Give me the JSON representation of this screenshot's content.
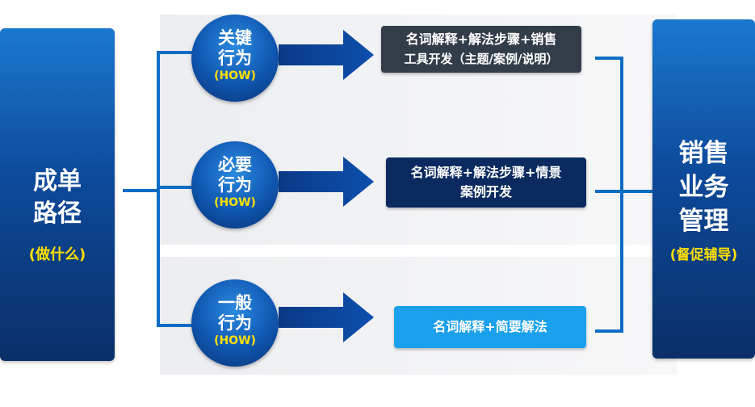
{
  "left_pillar": {
    "title_line1": "成单",
    "title_line2": "路径",
    "subtitle": "(做什么)"
  },
  "right_pillar": {
    "title_line1": "销售",
    "title_line2": "业务",
    "title_line3": "管理",
    "subtitle": "(督促辅导)"
  },
  "rows": [
    {
      "circle_line1": "关键",
      "circle_line2": "行为",
      "circle_how": "(HOW)",
      "box_line1": "名词解释+解法步骤+销售",
      "box_line2": "工具开发（主题/案例/说明）"
    },
    {
      "circle_line1": "必要",
      "circle_line2": "行为",
      "circle_how": "(HOW)",
      "box_line1": "名词解释+解法步骤+情景",
      "box_line2": "案例开发"
    },
    {
      "circle_line1": "一般",
      "circle_line2": "行为",
      "circle_how": "(HOW)",
      "box_line1": "名词解释+简要解法"
    }
  ],
  "colors": {
    "pillar_blue": "#0d4a9a",
    "accent_yellow": "#ffe000",
    "arrow_blue": "#0b3f8c",
    "box_dark": "#333d4a",
    "box_navy": "#0b2b60",
    "box_light": "#1aa0ec"
  }
}
